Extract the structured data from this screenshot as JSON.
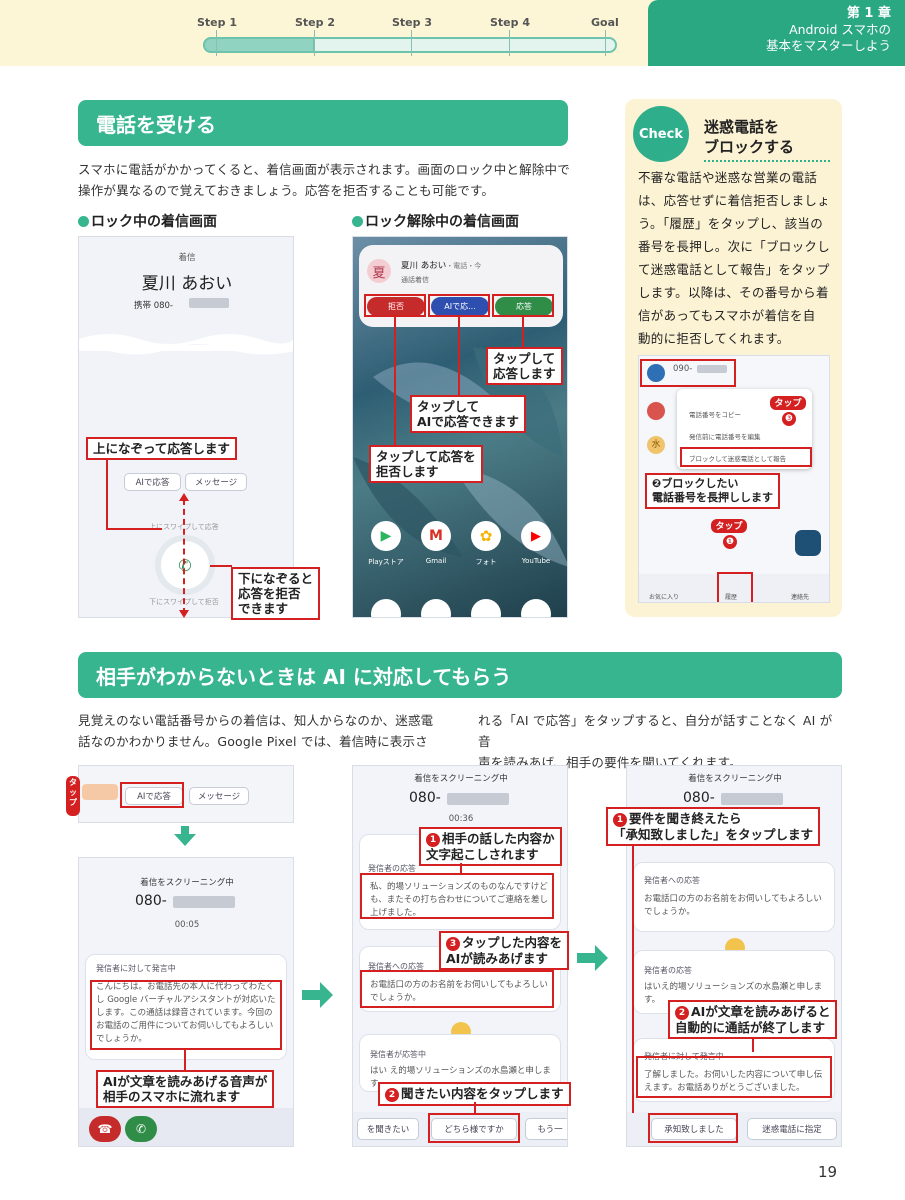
{
  "header": {
    "steps": [
      "Step 1",
      "Step 2",
      "Step 3",
      "Step 4",
      "Goal"
    ],
    "progress": 0.27,
    "chapter": "第 1 章",
    "chapter_subtitle_1": "Android スマホの",
    "chapter_subtitle_2": "基本をマスターしよう"
  },
  "section1": {
    "title": "電話を受ける",
    "intro_1": "スマホに電話がかかってくると、着信画面が表示されます。画面のロック中と解除中で",
    "intro_2": "操作が異なるので覚えておきましょう。応答を拒否することも可能です。",
    "caption_locked": "ロック中の着信画面",
    "caption_unlocked": "ロック解除中の着信画面"
  },
  "locked_screen": {
    "label": "着信",
    "caller": "夏川 あおい",
    "number_prefix": "携帯 080-",
    "btn_ai": "AIで応答",
    "btn_message": "メッセージ",
    "swipe_up": "上にスワイプして応答",
    "swipe_down": "下にスワイプして拒否",
    "callout_answer": "上になぞって応答します",
    "callout_reject_1": "下になぞると",
    "callout_reject_2": "応答を拒否",
    "callout_reject_3": "できます"
  },
  "unlocked_screen": {
    "avatar": "夏",
    "caller": "夏川 あおい",
    "meta": "・電話・今",
    "sub": "通話着信",
    "btn_reject": "拒否",
    "btn_ai": "AIで応...",
    "btn_answer": "応答",
    "callout_answer_1": "タップして",
    "callout_answer_2": "応答します",
    "callout_ai_1": "タップして",
    "callout_ai_2": "AIで応答できます",
    "callout_reject_1": "タップして応答を",
    "callout_reject_2": "拒否します",
    "apps": [
      "Playストア",
      "Gmail",
      "フォト",
      "YouTube"
    ]
  },
  "check": {
    "icon": "Check",
    "title_1": "迷惑電話を",
    "title_2": "ブロックする",
    "lines": [
      "不審な電話や迷惑な営業の電話",
      "は、応答せずに着信拒否しましょ",
      "う。「履歴」をタップし、該当の",
      "番号を長押し。次に「ブロックし",
      "て迷惑電話として報告」をタップ",
      "します。以降は、その番号から着",
      "信があってもスマホが着信を自",
      "動的に拒否してくれます。"
    ],
    "phone_number": "090-",
    "menu": [
      "電話番号をコピー",
      "発信前に電話番号を編集",
      "ブロックして迷惑電話として報告"
    ],
    "tap_label": "タップ",
    "step_1": "❶",
    "step_2": "❷",
    "step_3": "❸",
    "callout_1": "❷ブロックしたい",
    "callout_2": "電話番号を長押しします",
    "nav": [
      "お気に入り",
      "履歴",
      "連絡先"
    ],
    "avatar_letter": "水"
  },
  "section2": {
    "title": "相手がわからないときは AI に対応してもらう",
    "para_left_1": "見覚えのない電話番号からの着信は、知人からなのか、迷惑電",
    "para_left_2": "話なのかわかりません。Google Pixel では、着信時に表示さ",
    "para_right_1": "れる「AI で応答」をタップすると、自分が話すことなく AI が音",
    "para_right_2": "声を読みあげ、相手の要件を聞いてくれます。"
  },
  "screen_a": {
    "tap_label": "タップ",
    "btn_ai": "AIで応答",
    "btn_message": "メッセージ",
    "status": "着信をスクリーニング中",
    "number": "080-",
    "timer": "00:05",
    "card_title": "発信者に対して発言中",
    "card_text": [
      "こんにちは。お電話先の本人に代わってわたく",
      "し Google バーチャルアシスタントが対応いた",
      "します。この通話は録音されています。今回の",
      "お電話のご用件についてお伺いしてもよろしい",
      "でしょうか。"
    ],
    "callout_1": "AIが文章を読みあげる音声が",
    "callout_2": "相手のスマホに流れます"
  },
  "screen_b": {
    "status": "着信をスクリーニング中",
    "number": "080-",
    "timer": "00:36",
    "callout1_1": "相手の話した内容か",
    "callout1_2": "文字起こしされます",
    "card1_title": "発信者の応答",
    "card1_text": [
      "私、的場ソリューションズのものなんですけど",
      "も、またその打ち合わせについてご連絡を差し",
      "上げました。"
    ],
    "callout3_1": "タップした内容を",
    "callout3_2": "AIが読みあげます",
    "card2_title": "発信者への応答",
    "card2_text": [
      "お電話口の方のお名前をお伺いしてもよろしい",
      "でしょうか。"
    ],
    "card3_title": "発信者が応答中",
    "card3_text": [
      "はい え的場ソリューションズの水島瀬と申しま",
      "す。"
    ],
    "callout2": "聞きたい内容をタップします",
    "chips": [
      "を聞きたい",
      "どちら様ですか",
      "もう一"
    ]
  },
  "screen_c": {
    "status": "着信をスクリーニング中",
    "number": "080-",
    "callout1_1": "要件を聞き終えたら",
    "callout1_2": "「承知致しました」をタップします",
    "card1_title": "発信者への応答",
    "card1_text": [
      "お電話口の方のお名前をお伺いしてもよろしい",
      "でしょうか。"
    ],
    "card2_title": "発信者の応答",
    "card2_text": [
      "はいえ的場ソリューションズの水島瀬と申しま",
      "す。"
    ],
    "callout2_1": "AIが文章を読みあげると",
    "callout2_2": "自動的に通話が終了します",
    "card3_title": "発信者に対して発言中",
    "card3_text": [
      "了解しました。お伺いした内容について申し伝",
      "えます。お電話ありがとうございました。"
    ],
    "chips": [
      "承知致しました",
      "迷惑電話に指定"
    ]
  },
  "page_number": "19"
}
